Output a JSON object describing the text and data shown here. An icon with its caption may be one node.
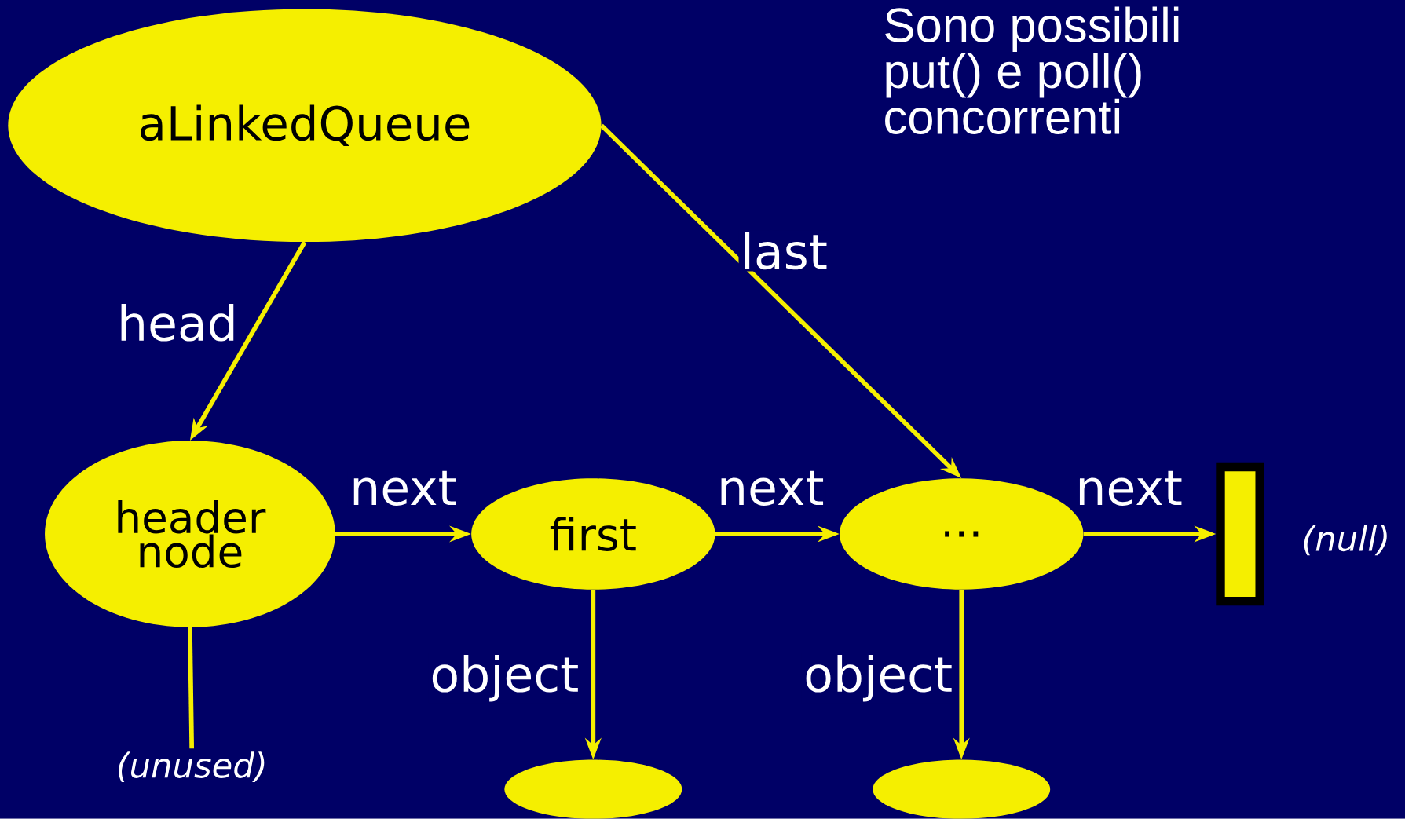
{
  "diagram": {
    "nodes": [
      {
        "text": [
          "aLinkedQueue"
        ]
      },
      {
        "text": [
          "header node"
        ]
      },
      {
        "text": [
          "first"
        ]
      },
      {
        "text": [
          "..."
        ]
      },
      {
        "text": [],
        "shape": "box",
        "beside": [
          "(null)"
        ]
      },
      {
        "text": [],
        "shape": "ellipse"
      },
      {
        "text": [],
        "shape": "ellipse"
      },
      {
        "text": [
          "(unused)"
        ]
      }
    ],
    "edges": [
      {
        "from": 0,
        "to": 1,
        "arrow": "to",
        "label": "head"
      },
      {
        "from": 0,
        "to": 3,
        "arrow": "to",
        "label": "last"
      },
      {
        "from": 1,
        "to": 2,
        "arrow": "to",
        "label": "next"
      },
      {
        "from": 2,
        "to": 3,
        "arrow": "to",
        "label": "next"
      },
      {
        "from": 3,
        "to": 4,
        "arrow": "to",
        "label": "next"
      },
      {
        "from": 2,
        "to": 5,
        "arrow": "to",
        "label": "object"
      },
      {
        "from": 3,
        "to": 6,
        "arrow": "to",
        "label": "object"
      },
      {
        "from": 1,
        "to": 7,
        "arrow": "none"
      }
    ],
    "labels": [
      "Sono possibili put() e poll() concorrenti"
    ]
  }
}
